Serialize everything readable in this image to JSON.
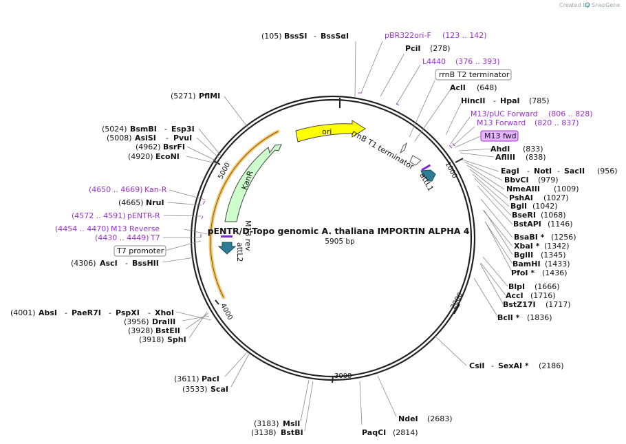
{
  "header": {
    "created_by": "Created by",
    "brand": "SnapGene"
  },
  "plasmid": {
    "name": "pENTR/D-Topo genomic A. thaliana IMPORTIN ALPHA 4",
    "length_label": "5905 bp",
    "length": 5905
  },
  "ticks": [
    "1000",
    "2000",
    "3000",
    "4000",
    "5000"
  ],
  "sites": [
    {
      "pos": "(105)",
      "name": "BssSI",
      "name2": "BssSαI"
    },
    {
      "name": "PciI",
      "pos": "(278)"
    },
    {
      "name": "AclI",
      "pos": "(648)"
    },
    {
      "name": "HincII",
      "name2": "HpaI",
      "pos": "(785)"
    },
    {
      "name": "AhdI",
      "pos": "(833)"
    },
    {
      "name": "AflIII",
      "pos": "(838)"
    },
    {
      "name": "EagI",
      "name2": "NotI",
      "name3": "SacII",
      "pos": "(956)"
    },
    {
      "name": "BbvCI",
      "pos": "(979)"
    },
    {
      "name": "NmeAIII",
      "pos": "(1009)"
    },
    {
      "name": "PshAI",
      "pos": "(1027)"
    },
    {
      "name": "BglI",
      "pos": "(1042)"
    },
    {
      "name": "BseRI",
      "pos": "(1068)"
    },
    {
      "name": "BstAPI",
      "pos": "(1146)"
    },
    {
      "name": "BsaBI *",
      "pos": "(1256)"
    },
    {
      "name": "XbaI *",
      "pos": "(1342)"
    },
    {
      "name": "BglII",
      "pos": "(1345)"
    },
    {
      "name": "BamHI",
      "pos": "(1433)"
    },
    {
      "name": "PfoI *",
      "pos": "(1436)"
    },
    {
      "name": "BlpI",
      "pos": "(1666)"
    },
    {
      "name": "AccI",
      "pos": "(1716)"
    },
    {
      "name": "BstZ17I",
      "pos": "(1717)"
    },
    {
      "name": "BclI *",
      "pos": "(1836)"
    },
    {
      "name": "CsiI",
      "name2": "SexAI *",
      "pos": "(2186)"
    },
    {
      "name": "NdeI",
      "pos": "(2683)"
    },
    {
      "name": "PaqCI",
      "pos": "(2814)"
    },
    {
      "pos": "(3183)",
      "name": "MslI"
    },
    {
      "pos": "(3138)",
      "name": "BstBI"
    },
    {
      "pos": "(3611)",
      "name": "PacI"
    },
    {
      "pos": "(3533)",
      "name": "ScaI"
    },
    {
      "pos": "(3918)",
      "name": "SphI"
    },
    {
      "pos": "(3928)",
      "name": "BstEII"
    },
    {
      "pos": "(3956)",
      "name": "DraIII"
    },
    {
      "pos": "(4001)",
      "name": "AbsI",
      "name2": "PaeR7I",
      "name3": "PspXI",
      "name4": "XhoI"
    },
    {
      "pos": "(4306)",
      "name": "AscI",
      "name2": "BssHII"
    },
    {
      "pos": "(4665)",
      "name": "NruI"
    },
    {
      "pos": "(4920)",
      "name": "EcoNI"
    },
    {
      "pos": "(4962)",
      "name": "BsrFI"
    },
    {
      "pos": "(5008)",
      "name": "AsiSI",
      "name2": "PvuI"
    },
    {
      "pos": "(5024)",
      "name": "BsmBI",
      "name2": "Esp3I"
    },
    {
      "pos": "(5271)",
      "name": "PflMI"
    }
  ],
  "primers": [
    {
      "name": "pBR322ori-F",
      "range": "(123 .. 142)"
    },
    {
      "name": "L4440",
      "range": "(376 .. 393)"
    },
    {
      "name": "M13/pUC Forward",
      "range": "(806 .. 828)"
    },
    {
      "name": "M13 Forward",
      "range": "(820 .. 837)"
    },
    {
      "name": "M13 fwd"
    },
    {
      "name": "Kan-R",
      "range": "(4650 .. 4669)"
    },
    {
      "name": "pENTR-R",
      "range": "(4572 .. 4591)"
    },
    {
      "name": "M13 Reverse",
      "range": "(4454 .. 4470)"
    },
    {
      "name": "T7",
      "range": "(4430 .. 4449)"
    }
  ],
  "features": {
    "ori": "ori",
    "kanr": "KanR",
    "rrnb_t1": "rrnB T1 terminator",
    "rrnb_t2": "rrnB T2 terminator",
    "attl1": "attL1",
    "attl2": "attL2",
    "m13rev": "M13 rev",
    "t7_promoter": "T7 promoter"
  },
  "colors": {
    "ori": "#ffff00",
    "kanr": "#ccffcc",
    "att": "#2e7c93",
    "primer": "#9b30d0",
    "primer_box": "#e6b3ff",
    "backbone_highlight": "#f2c46d"
  }
}
